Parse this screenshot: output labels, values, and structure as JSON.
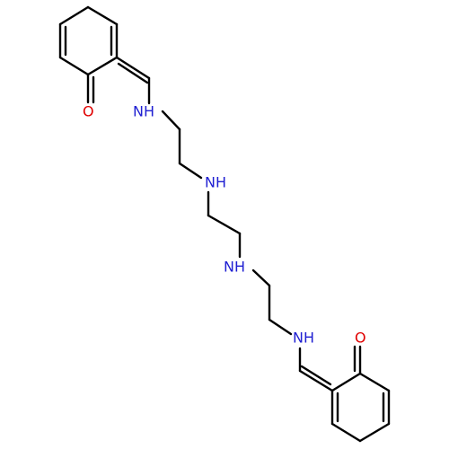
{
  "colors": {
    "bond": "#000000",
    "nitrogen": "#1f1fd2",
    "oxygen": "#e00000",
    "background": "#ffffff"
  },
  "atom_labels": {
    "o_top": "O",
    "nh_1": "NH",
    "nh_2": "NH",
    "nh_3": "NH",
    "nh_4": "NH",
    "o_bottom": "O"
  }
}
